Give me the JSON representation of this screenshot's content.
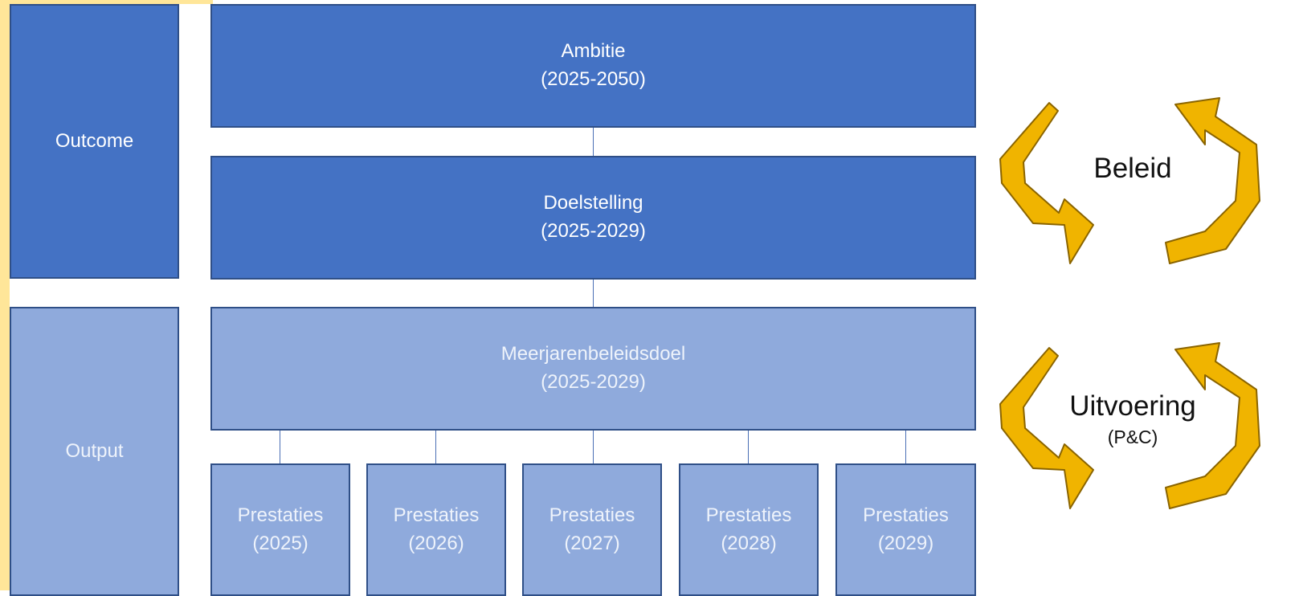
{
  "colors": {
    "outcome_fill": "#4472c4",
    "output_fill": "#8faadc",
    "border": "#2f4f87",
    "arrow_fill": "#f0b400",
    "arrow_stroke": "#8a6400",
    "frame": "#ffe699"
  },
  "left": {
    "outcome": "Outcome",
    "output": "Output"
  },
  "ambitie": {
    "title": "Ambitie",
    "period": "(2025-2050)"
  },
  "doelstelling": {
    "title": "Doelstelling",
    "period": "(2025-2029)"
  },
  "meerjaren": {
    "title": "Meerjarenbeleidsdoel",
    "period": "(2025-2029)"
  },
  "prestaties": [
    {
      "title": "Prestaties",
      "period": "(2025)"
    },
    {
      "title": "Prestaties",
      "period": "(2026)"
    },
    {
      "title": "Prestaties",
      "period": "(2027)"
    },
    {
      "title": "Prestaties",
      "period": "(2028)"
    },
    {
      "title": "Prestaties",
      "period": "(2029)"
    }
  ],
  "cycles": {
    "beleid": {
      "label": "Beleid",
      "icon": "cycle-arrows-icon"
    },
    "uitvoering": {
      "label": "Uitvoering",
      "sublabel": "(P&C)",
      "icon": "cycle-arrows-icon"
    }
  }
}
